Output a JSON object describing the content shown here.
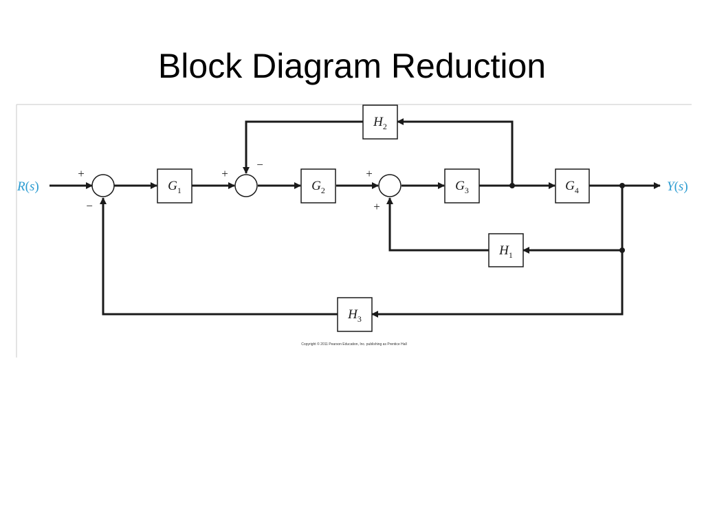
{
  "slide": {
    "title": "Block Diagram Reduction"
  },
  "diagram": {
    "input": {
      "var": "R",
      "arg": "s",
      "open": "(",
      "close": ")"
    },
    "output": {
      "var": "Y",
      "arg": "s",
      "open": "(",
      "close": ")"
    },
    "blocks": {
      "G1": {
        "letter": "G",
        "sub": "1"
      },
      "G2": {
        "letter": "G",
        "sub": "2"
      },
      "G3": {
        "letter": "G",
        "sub": "3"
      },
      "G4": {
        "letter": "G",
        "sub": "4"
      },
      "H1": {
        "letter": "H",
        "sub": "1"
      },
      "H2": {
        "letter": "H",
        "sub": "2"
      },
      "H3": {
        "letter": "H",
        "sub": "3"
      }
    },
    "signs": {
      "sum1_in": "+",
      "sum1_fb": "−",
      "sum2_in": "+",
      "sum2_fb": "−",
      "sum3_in": "+",
      "sum3_fb": "+"
    },
    "copyright": "Copyright © 2011 Pearson Education, Inc. publishing as Prentice Hall"
  },
  "colors": {
    "io_label": "#2a9bd1",
    "line": "#1a1a1a"
  }
}
